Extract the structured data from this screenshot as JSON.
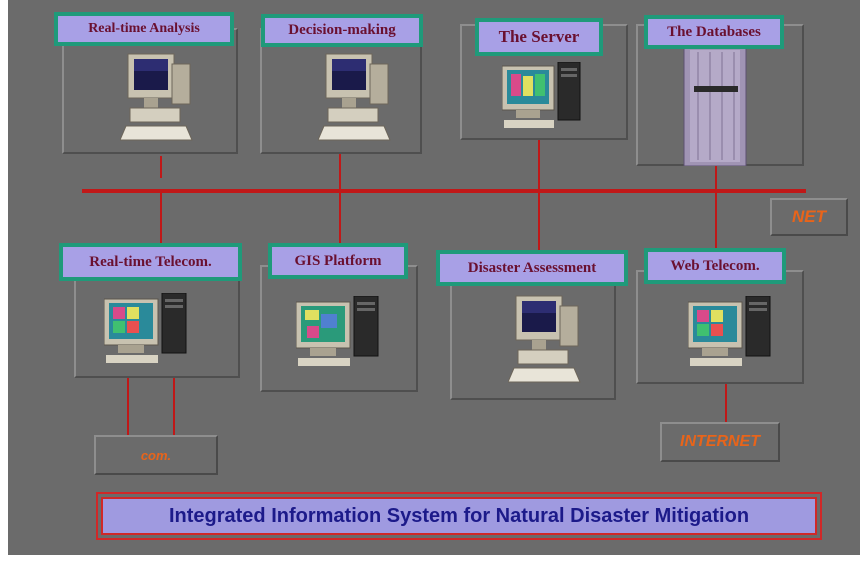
{
  "nodes": {
    "realtime_analysis": "Real-time Analysis",
    "decision_making": "Decision-making",
    "server": "The Server",
    "databases": "The Databases",
    "realtime_telecom": "Real-time Telecom.",
    "gis_platform": "GIS Platform",
    "disaster_assessment": "Disaster Assessment",
    "web_telecom": "Web Telecom."
  },
  "tags": {
    "net": "NET",
    "com": "com.",
    "internet": "INTERNET"
  },
  "title": "Integrated Information System for Natural Disaster Mitigation",
  "colors": {
    "background": "#6b6b6b",
    "label_fill": "#a8a0e6",
    "label_border": "#1f9a7a",
    "label_text": "#6a1030",
    "wire": "#c01818",
    "tag_text": "#e8641a",
    "title_text": "#1c1a8a"
  }
}
